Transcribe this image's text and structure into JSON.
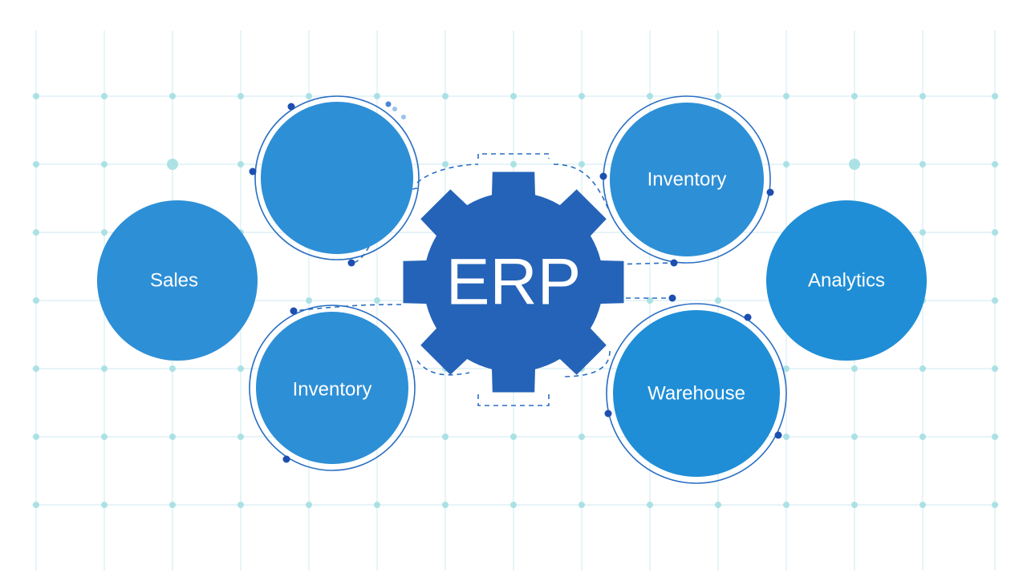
{
  "center": {
    "label": "ERP"
  },
  "modules": [
    {
      "label": ""
    },
    {
      "label": "Inventory"
    },
    {
      "label": "Sales"
    },
    {
      "label": "Analytics"
    },
    {
      "label": "Inventory"
    },
    {
      "label": "Warehouse"
    }
  ],
  "colors": {
    "gear": "#2563b8",
    "node_primary": "#2d8fd6",
    "node_alt": "#1f8ed6",
    "ring": "#2a6fc2",
    "dot": "#1d4fb0",
    "grid_line": "#d6eef3",
    "grid_dot": "#9fdde0",
    "background": "#ffffff"
  }
}
